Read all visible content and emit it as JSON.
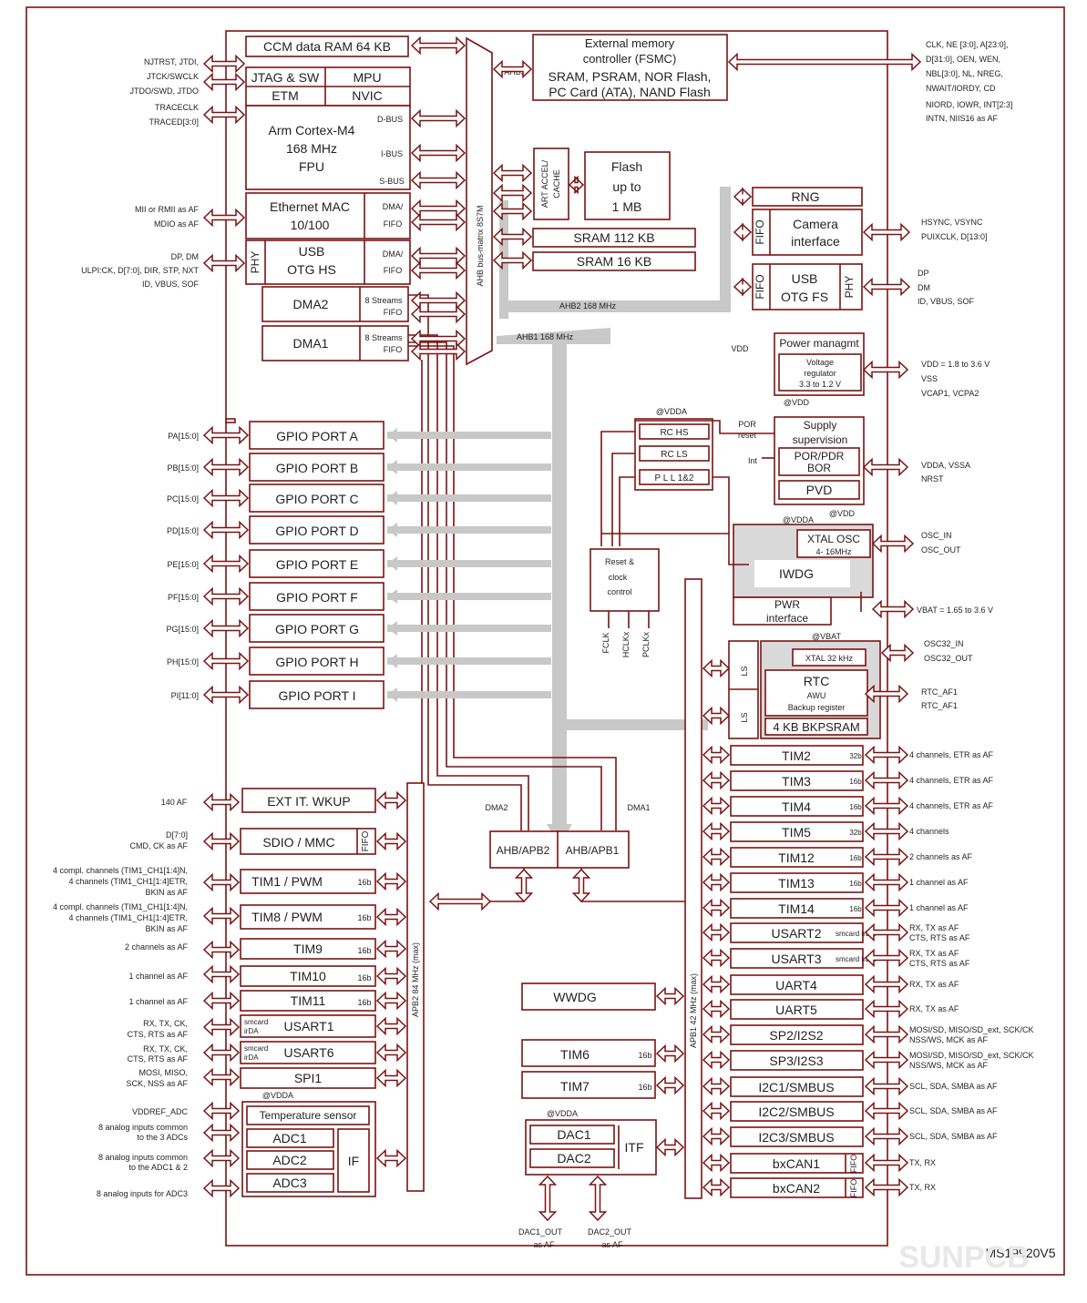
{
  "frame_title": "g                                                                g",
  "watermark": "SUNPCB",
  "ref": "MS19920V5",
  "bus_labels": {
    "ahb_matrix": "AHB bus-matrix 8S7M",
    "ahb2": "AHB2 168 MHz",
    "ahb1": "AHB1 168 MHz",
    "ahb3": "AHB3",
    "apb2": "APB2 84 MHz (max)",
    "apb1": "APB1 42 MHz (max)",
    "dma2": "DMA2",
    "dma1": "DMA1",
    "ahb_apb2": "AHB/APB2",
    "ahb_apb1": "AHB/APB1"
  },
  "core": {
    "ccm": "CCM data RAM 64 KB",
    "jtag": "JTAG & SW",
    "mpu": "MPU",
    "etm": "ETM",
    "nvic": "NVIC",
    "cpu1": "Arm Cortex-M4",
    "cpu2": "168 MHz",
    "cpu3": "FPU",
    "dbus": "D-BUS",
    "ibus": "I-BUS",
    "sbus": "S-BUS",
    "eth1": "Ethernet MAC",
    "eth2": "10/100",
    "dma_fifo_a": "DMA/",
    "dma_fifo_b": "FIFO",
    "phy": "PHY",
    "usb1": "USB",
    "usb2": "OTG HS",
    "dma2": "DMA2",
    "dma1": "DMA1",
    "streams": "8 Streams",
    "fifo": "FIFO"
  },
  "mem": {
    "fsmc1": "External memory",
    "fsmc2": "controller (FSMC)",
    "fsmc3": "SRAM, PSRAM, NOR Flash,",
    "fsmc4": "PC Card (ATA), NAND Flash",
    "art1": "ART ACCEL/",
    "art2": "CACHE",
    "flash1": "Flash",
    "flash2": "up to",
    "flash3": "1 MB",
    "sram112": "SRAM 112 KB",
    "sram16": "SRAM 16 KB"
  },
  "ahb2_periph": {
    "rng": "RNG",
    "fifo": "FIFO",
    "cam1": "Camera",
    "cam2": "interface",
    "usbfs1": "USB",
    "usbfs2": "OTG FS",
    "phy": "PHY"
  },
  "power": {
    "vdd": "VDD",
    "pm": "Power managmt",
    "vr1": "Voltage",
    "vr2": "regulator",
    "vr3": "3.3 to 1.2 V",
    "atvdd": "@VDD",
    "atvdda": "@VDDA",
    "atvbat": "@VBAT",
    "rchs": "RC  HS",
    "rcls": "RC  LS",
    "pll": "P L L 1&2",
    "por": "POR",
    "reset": "reset",
    "int": "Int",
    "sup1": "Supply",
    "sup2": "supervision",
    "porpdr1": "POR/PDR",
    "porpdr2": "BOR",
    "pvd": "PVD",
    "xtal1": "XTAL OSC",
    "xtal2": "4- 16MHz",
    "iwdg": "IWDG",
    "pwr1": "PWR",
    "pwr2": "interface",
    "rst1": "Reset &",
    "rst2": "clock",
    "rst3": "control",
    "fclk": "FCLK",
    "hclk": "HCLKx",
    "pclk": "PCLKx",
    "xtal32": "XTAL 32 kHz",
    "rtc": "RTC",
    "awu": "AWU",
    "bkreg": "Backup register",
    "bkpsram": "4 KB BKPSRAM",
    "ls": "LS"
  },
  "left_signals": {
    "jtag1": "NJTRST, JTDI,",
    "jtag2": "JTCK/SWCLK",
    "jtag3": "JTDO/SWD, JTDO",
    "trace1": "TRACECLK",
    "trace2": "TRACED[3:0]",
    "mii1": "MII or RMII as AF",
    "mii2": "MDIO as AF",
    "usb1": "DP, DM",
    "usb2": "ULPI:CK, D[7:0], DIR, STP, NXT",
    "usb3": "ID, VBUS, SOF"
  },
  "right_signals": {
    "fsmc1": "CLK, NE [3:0], A[23:0],",
    "fsmc2": "D[31:0], OEN, WEN,",
    "fsmc3": "NBL[3:0], NL, NREG,",
    "fsmc4": "NWAIT/IORDY, CD",
    "fsmc5": "NIORD, IOWR, INT[2:3]",
    "fsmc6": "INTN, NIIS16 as AF",
    "cam1": "HSYNC, VSYNC",
    "cam2": "PUIXCLK, D[13:0]",
    "usb1": "DP",
    "usb2": "DM",
    "usb3": "ID, VBUS, SOF",
    "pw1": "VDD = 1.8 to 3.6 V",
    "pw2": "VSS",
    "pw3": "VCAP1, VCPA2",
    "va1": "VDDA, VSSA",
    "va2": "NRST",
    "osc1": "OSC_IN",
    "osc2": "OSC_OUT",
    "vbat": "VBAT = 1.65 to 3.6 V",
    "o32a": "OSC32_IN",
    "o32b": "OSC32_OUT",
    "rtc1": "RTC_AF1",
    "rtc2": "RTC_AF1"
  },
  "gpio": [
    {
      "pin": "PA[15:0]",
      "label": "GPIO PORT A"
    },
    {
      "pin": "PB[15:0]",
      "label": "GPIO PORT B"
    },
    {
      "pin": "PC[15:0]",
      "label": "GPIO PORT C"
    },
    {
      "pin": "PD[15:0]",
      "label": "GPIO PORT D"
    },
    {
      "pin": "PE[15:0]",
      "label": "GPIO PORT E"
    },
    {
      "pin": "PF[15:0]",
      "label": "GPIO PORT F"
    },
    {
      "pin": "PG[15:0]",
      "label": "GPIO PORT G"
    },
    {
      "pin": "PH[15:0]",
      "label": "GPIO PORT H"
    },
    {
      "pin": "PI[11:0]",
      "label": "GPIO PORT I"
    }
  ],
  "apb2": {
    "exti": "EXT IT. WKUP",
    "exti_sig": "140 AF",
    "sdio": "SDIO / MMC",
    "sdio_fifo": "FIFO",
    "sdio_sig1": "D[7:0]",
    "sdio_sig2": "CMD, CK as AF",
    "tim1": "TIM1 / PWM",
    "tim8": "TIM8 / PWM",
    "tim_sig1": "4 compl. channels (TIM1_CH1[1:4]N,",
    "tim_sig2": "4 channels (TIM1_CH1[1:4]ETR,",
    "tim_sig3": "BKIN as AF",
    "tim9": "TIM9",
    "tim9_sig": "2 channels as AF",
    "tim10": "TIM10",
    "tim11": "TIM11",
    "ch1": "1 channel as AF",
    "usart1": "USART1",
    "usart6": "USART6",
    "smcard": "smcard",
    "irda": "irDA",
    "us_sig1": "RX, TX, CK,",
    "us_sig2": "CTS, RTS as AF",
    "spi1": "SPI1",
    "spi_sig1": "MOSI, MISO,",
    "spi_sig2": "SCK, NSS as AF",
    "b16": "16b",
    "tsense": "Temperature sensor",
    "adc1": "ADC1",
    "adc2": "ADC2",
    "adc3": "ADC3",
    "if": "IF",
    "vref": "VDDREF_ADC",
    "an1a": "8 analog inputs common",
    "an1b": "to the 3 ADCs",
    "an2a": "8 analog inputs common",
    "an2b": "to the ADC1 & 2",
    "an3": "8 analog inputs for ADC3"
  },
  "mid": {
    "wwdg": "WWDG",
    "tim6": "TIM6",
    "tim7": "TIM7",
    "b16": "16b",
    "dac1": "DAC1",
    "dac2": "DAC2",
    "itf": "ITF",
    "dac1out1": "DAC1_OUT",
    "dac2out1": "DAC2_OUT",
    "asaf": "as AF"
  },
  "apb1": [
    {
      "name": "TIM2",
      "tag": "32b",
      "sig": "4 channels, ETR as AF"
    },
    {
      "name": "TIM3",
      "tag": "16b",
      "sig": "4 channels, ETR as AF"
    },
    {
      "name": "TIM4",
      "tag": "16b",
      "sig": "4 channels, ETR as AF"
    },
    {
      "name": "TIM5",
      "tag": "32b",
      "sig": "4 channels"
    },
    {
      "name": "TIM12",
      "tag": "16b",
      "sig": "2 channels as AF"
    },
    {
      "name": "TIM13",
      "tag": "16b",
      "sig": "1 channel as AF"
    },
    {
      "name": "TIM14",
      "tag": "16b",
      "sig": "1 channel as AF"
    },
    {
      "name": "USART2",
      "tag": "smcard irDA",
      "sig": "RX, TX as AF",
      "sig2": "CTS, RTS as AF"
    },
    {
      "name": "USART3",
      "tag": "smcard irDA",
      "sig": "RX, TX as AF",
      "sig2": "CTS, RTS as AF"
    },
    {
      "name": "UART4",
      "tag": "",
      "sig": "RX, TX as AF"
    },
    {
      "name": "UART5",
      "tag": "",
      "sig": "RX, TX as AF"
    },
    {
      "name": "SP2/I2S2",
      "tag": "",
      "sig": "MOSI/SD, MISO/SD_ext, SCK/CK",
      "sig2": "NSS/WS, MCK as AF"
    },
    {
      "name": "SP3/I2S3",
      "tag": "",
      "sig": "MOSI/SD, MISO/SD_ext, SCK/CK",
      "sig2": "NSS/WS, MCK as AF"
    },
    {
      "name": "I2C1/SMBUS",
      "tag": "",
      "sig": "SCL, SDA, SMBA as AF"
    },
    {
      "name": "I2C2/SMBUS",
      "tag": "",
      "sig": "SCL, SDA, SMBA as AF"
    },
    {
      "name": "I2C3/SMBUS",
      "tag": "",
      "sig": "SCL, SDA, SMBA as AF"
    },
    {
      "name": "bxCAN1",
      "tag": "FIFO",
      "sig": "TX, RX"
    },
    {
      "name": "bxCAN2",
      "tag": "FIFO",
      "sig": "TX, RX"
    }
  ]
}
